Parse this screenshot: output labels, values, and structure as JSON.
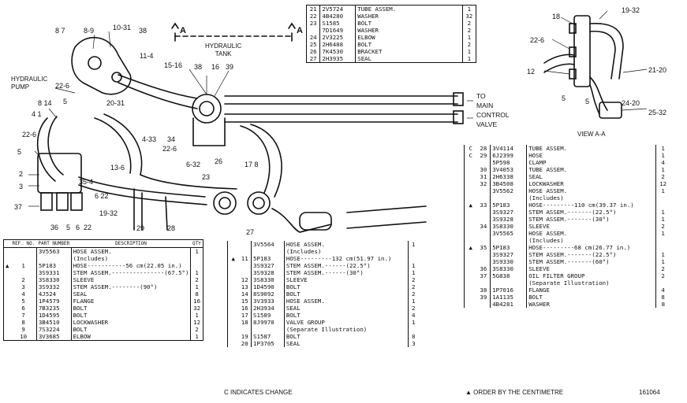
{
  "diagram_labels": {
    "l8_7": "8 7",
    "l8_9": "8-9",
    "l10_31": "10-31",
    "l38a": "38",
    "l11_4": "11-4",
    "hydraulic_pump": "HYDRAULIC\nPUMP",
    "l22_6a": "22-6",
    "l5a": "5",
    "l20_31": "20-31",
    "l8_14": "8 14",
    "l4_1": "4 1",
    "l22_6b": "22-6",
    "l5b": "5",
    "l2": "2",
    "l3": "3",
    "l37": "37",
    "l36": "36",
    "l5c": "5",
    "l6": "6",
    "l22": "22",
    "l13_6": "13-6",
    "l35_4": "35-4",
    "l6_22": "6 22",
    "l19_32": "19-32",
    "l29": "29",
    "l28": "28",
    "l4_33": "4-33",
    "l34": "34",
    "l22_6c": "22-6",
    "l15_16": "15-16",
    "hydraulic_tank": "HYDRAULIC\nTANK",
    "l38b": "38",
    "l16": "16",
    "l39": "39",
    "l6_32": "6-32",
    "l23": "23",
    "l26": "26",
    "l17_8": "17 8",
    "l27": "27",
    "a_left": "A",
    "a_right": "A",
    "to_main": "TO\nMAIN\nCONTROL\nVALVE",
    "v18": "18",
    "v19_32": "19-32",
    "v22_6": "22-6",
    "v12": "12",
    "v5a": "5",
    "v5b": "5",
    "v21_20": "21-20",
    "v24_20": "24-20",
    "v25_32": "25-32",
    "view_aa": "VIEW A-A"
  },
  "table_top": {
    "rows": [
      {
        "ref": "21",
        "part": "2V5724",
        "desc": "TUBE ASSEM.",
        "qty": "1"
      },
      {
        "ref": "22",
        "part": "4B4280",
        "desc": "WASHER",
        "qty": "32"
      },
      {
        "ref": "23",
        "part": "S1585",
        "desc": "BOLT",
        "qty": "2"
      },
      {
        "ref": "",
        "part": "7D1649",
        "desc": "WASHER",
        "qty": "2"
      },
      {
        "ref": "24",
        "part": "2V3225",
        "desc": "ELBOW",
        "qty": "1"
      },
      {
        "ref": "25",
        "part": "2H6488",
        "desc": "BOLT",
        "qty": "2"
      },
      {
        "ref": "26",
        "part": "7K4530",
        "desc": "BRACKET",
        "qty": "1"
      },
      {
        "ref": "27",
        "part": "2H3935",
        "desc": "SEAL",
        "qty": "1"
      }
    ]
  },
  "table_left": {
    "headers": {
      "ref": "REF. NO.",
      "part": "PART NUMBER",
      "desc": "DESCRIPTION",
      "qty": "QTY"
    },
    "rows": [
      {
        "mark": "",
        "ref": "",
        "part": "3V5563",
        "desc": "HOSE ASSEM.",
        "qty": "1"
      },
      {
        "mark": "",
        "ref": "",
        "part": "",
        "desc": "(Includes)",
        "qty": ""
      },
      {
        "mark": "▲",
        "ref": "1",
        "part": "5P183",
        "desc": "HOSE-----------56 cm(22.05 in.)",
        "qty": ""
      },
      {
        "mark": "",
        "ref": "",
        "part": "3S9331",
        "desc": "STEM ASSEM.---------------(67.5°)",
        "qty": "1"
      },
      {
        "mark": "",
        "ref": "2",
        "part": "3S8330",
        "desc": "SLEEVE",
        "qty": "2"
      },
      {
        "mark": "",
        "ref": "3",
        "part": "3S9332",
        "desc": "STEM ASSEM.--------(90°)",
        "qty": "1"
      },
      {
        "mark": "",
        "ref": "4",
        "part": "4J524",
        "desc": "SEAL",
        "qty": "8"
      },
      {
        "mark": "",
        "ref": "5",
        "part": "1P4579",
        "desc": "FLANGE",
        "qty": "16"
      },
      {
        "mark": "",
        "ref": "6",
        "part": "7B3235",
        "desc": "BOLT",
        "qty": "32"
      },
      {
        "mark": "",
        "ref": "7",
        "part": "1D4595",
        "desc": "BOLT",
        "qty": "1"
      },
      {
        "mark": "",
        "ref": "8",
        "part": "3B4510",
        "desc": "LOCKWASHER",
        "qty": "12"
      },
      {
        "mark": "",
        "ref": "9",
        "part": "7S3224",
        "desc": "BOLT",
        "qty": "2"
      },
      {
        "mark": "",
        "ref": "10",
        "part": "3V3685",
        "desc": "ELBOW",
        "qty": "1"
      }
    ]
  },
  "table_mid": {
    "rows": [
      {
        "mark": "",
        "ref": "",
        "part": "3V5564",
        "desc": "HOSE ASSEM.",
        "qty": "1"
      },
      {
        "mark": "",
        "ref": "",
        "part": "",
        "desc": "(Includes)",
        "qty": ""
      },
      {
        "mark": "▲",
        "ref": "11",
        "part": "5P183",
        "desc": "HOSE---------132 cm(51.97 in.)",
        "qty": ""
      },
      {
        "mark": "",
        "ref": "",
        "part": "3S9327",
        "desc": "STEM ASSEM.------(22.5°)",
        "qty": "1"
      },
      {
        "mark": "",
        "ref": "",
        "part": "3S9328",
        "desc": "STEM ASSEM.------(30°)",
        "qty": "1"
      },
      {
        "mark": "",
        "ref": "12",
        "part": "3S8330",
        "desc": "SLEEVE",
        "qty": "2"
      },
      {
        "mark": "",
        "ref": "13",
        "part": "1D4590",
        "desc": "BOLT",
        "qty": "2"
      },
      {
        "mark": "",
        "ref": "14",
        "part": "8S9092",
        "desc": "BOLT",
        "qty": "2"
      },
      {
        "mark": "",
        "ref": "15",
        "part": "3V3933",
        "desc": "HOSE ASSEM.",
        "qty": "1"
      },
      {
        "mark": "",
        "ref": "16",
        "part": "2H3934",
        "desc": "SEAL",
        "qty": "2"
      },
      {
        "mark": "",
        "ref": "17",
        "part": "S1589",
        "desc": "BOLT",
        "qty": "4"
      },
      {
        "mark": "",
        "ref": "18",
        "part": "8J9970",
        "desc": "VALVE GROUP",
        "qty": "1"
      },
      {
        "mark": "",
        "ref": "",
        "part": "",
        "desc": "(Separate Illustration)",
        "qty": ""
      },
      {
        "mark": "",
        "ref": "19",
        "part": "S1587",
        "desc": "BOLT",
        "qty": "8"
      },
      {
        "mark": "",
        "ref": "20",
        "part": "1P3705",
        "desc": "SEAL",
        "qty": "3"
      }
    ]
  },
  "table_right": {
    "rows": [
      {
        "mark": "C",
        "ref": "28",
        "part": "3V4114",
        "desc": "TUBE ASSEM.",
        "qty": "1"
      },
      {
        "mark": "C",
        "ref": "29",
        "part": "6J2399",
        "desc": "HOSE",
        "qty": "1"
      },
      {
        "mark": "",
        "ref": "",
        "part": "5P598",
        "desc": "CLAMP",
        "qty": "4"
      },
      {
        "mark": "",
        "ref": "30",
        "part": "3V4053",
        "desc": "TUBE ASSEM.",
        "qty": "1"
      },
      {
        "mark": "",
        "ref": "31",
        "part": "2H6338",
        "desc": "SEAL",
        "qty": "2"
      },
      {
        "mark": "",
        "ref": "32",
        "part": "3B4508",
        "desc": "LOCKWASHER",
        "qty": "12"
      },
      {
        "mark": "",
        "ref": "",
        "part": "3V5562",
        "desc": "HOSE ASSEM.",
        "qty": "1"
      },
      {
        "mark": "",
        "ref": "",
        "part": "",
        "desc": "(Includes)",
        "qty": ""
      },
      {
        "mark": "▲",
        "ref": "33",
        "part": "5P183",
        "desc": "HOSE---------110 cm(39.37 in.)",
        "qty": ""
      },
      {
        "mark": "",
        "ref": "",
        "part": "3S9327",
        "desc": "STEM ASSEM.-------(22.5°)",
        "qty": "1"
      },
      {
        "mark": "",
        "ref": "",
        "part": "3S9328",
        "desc": "STEM ASSEM.-------(30°)",
        "qty": "1"
      },
      {
        "mark": "",
        "ref": "34",
        "part": "3S8330",
        "desc": "SLEEVE",
        "qty": "2"
      },
      {
        "mark": "",
        "ref": "",
        "part": "3V5565",
        "desc": "HOSE ASSEM.",
        "qty": "1"
      },
      {
        "mark": "",
        "ref": "",
        "part": "",
        "desc": "(Includes)",
        "qty": ""
      },
      {
        "mark": "▲",
        "ref": "35",
        "part": "5P183",
        "desc": "HOSE---------68 cm(26.77 in.)",
        "qty": ""
      },
      {
        "mark": "",
        "ref": "",
        "part": "3S9327",
        "desc": "STEM ASSEM.-------(22.5°)",
        "qty": "1"
      },
      {
        "mark": "",
        "ref": "",
        "part": "3S9330",
        "desc": "STEM ASSEM.-------(60°)",
        "qty": "1"
      },
      {
        "mark": "",
        "ref": "36",
        "part": "3S8330",
        "desc": "SLEEVE",
        "qty": "2"
      },
      {
        "mark": "",
        "ref": "37",
        "part": "5G838",
        "desc": "OIL FILTER GROUP",
        "qty": "2"
      },
      {
        "mark": "",
        "ref": "",
        "part": "",
        "desc": "(Separate Illustration)",
        "qty": ""
      },
      {
        "mark": "",
        "ref": "38",
        "part": "1P7016",
        "desc": "FLANGE",
        "qty": "4"
      },
      {
        "mark": "",
        "ref": "39",
        "part": "1A1135",
        "desc": "BOLT",
        "qty": "8"
      },
      {
        "mark": "",
        "ref": "",
        "part": "4B4281",
        "desc": "WASHER",
        "qty": "8"
      }
    ]
  },
  "footer": {
    "change_note": "C INDICATES CHANGE",
    "order_note": "▲ ORDER BY THE CENTIMETRE",
    "illustration_number": "161064"
  }
}
